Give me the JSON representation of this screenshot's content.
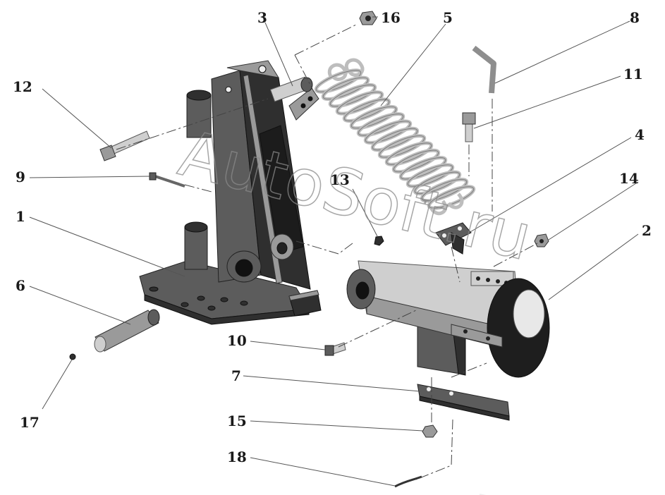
{
  "watermark": "AutoSoft.ru",
  "callouts": {
    "c1": "1",
    "c2": "2",
    "c3": "3",
    "c4": "4",
    "c5": "5",
    "c6": "6",
    "c7": "7",
    "c8": "8",
    "c9": "9",
    "c10": "10",
    "c11": "11",
    "c12": "12",
    "c13": "13",
    "c14": "14",
    "c15": "15",
    "c16": "16",
    "c17": "17",
    "c18": "18"
  }
}
